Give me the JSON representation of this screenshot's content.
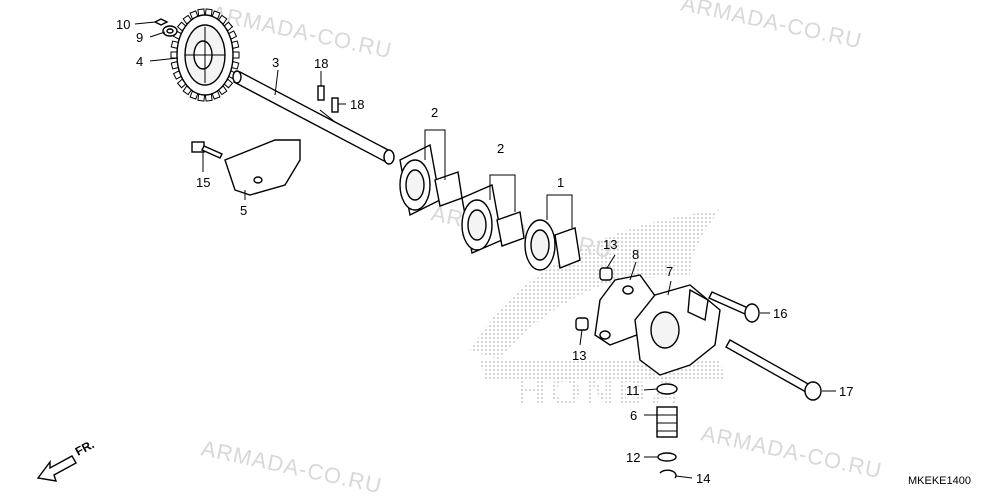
{
  "watermark": "ARMADA-CO.RU",
  "brand_logo_text": "HONDA",
  "diagram_code": "MKEKE1400",
  "direction_label": "FR.",
  "callouts": [
    {
      "id": "c10",
      "label": "10"
    },
    {
      "id": "c9",
      "label": "9"
    },
    {
      "id": "c4",
      "label": "4"
    },
    {
      "id": "c3",
      "label": "3"
    },
    {
      "id": "c18a",
      "label": "18"
    },
    {
      "id": "c18b",
      "label": "18"
    },
    {
      "id": "c15",
      "label": "15"
    },
    {
      "id": "c5",
      "label": "5"
    },
    {
      "id": "c2a",
      "label": "2"
    },
    {
      "id": "c2b",
      "label": "2"
    },
    {
      "id": "c1",
      "label": "1"
    },
    {
      "id": "c13a",
      "label": "13"
    },
    {
      "id": "c13b",
      "label": "13"
    },
    {
      "id": "c8",
      "label": "8"
    },
    {
      "id": "c7",
      "label": "7"
    },
    {
      "id": "c16",
      "label": "16"
    },
    {
      "id": "c17",
      "label": "17"
    },
    {
      "id": "c11",
      "label": "11"
    },
    {
      "id": "c6",
      "label": "6"
    },
    {
      "id": "c12",
      "label": "12"
    },
    {
      "id": "c14",
      "label": "14"
    }
  ]
}
